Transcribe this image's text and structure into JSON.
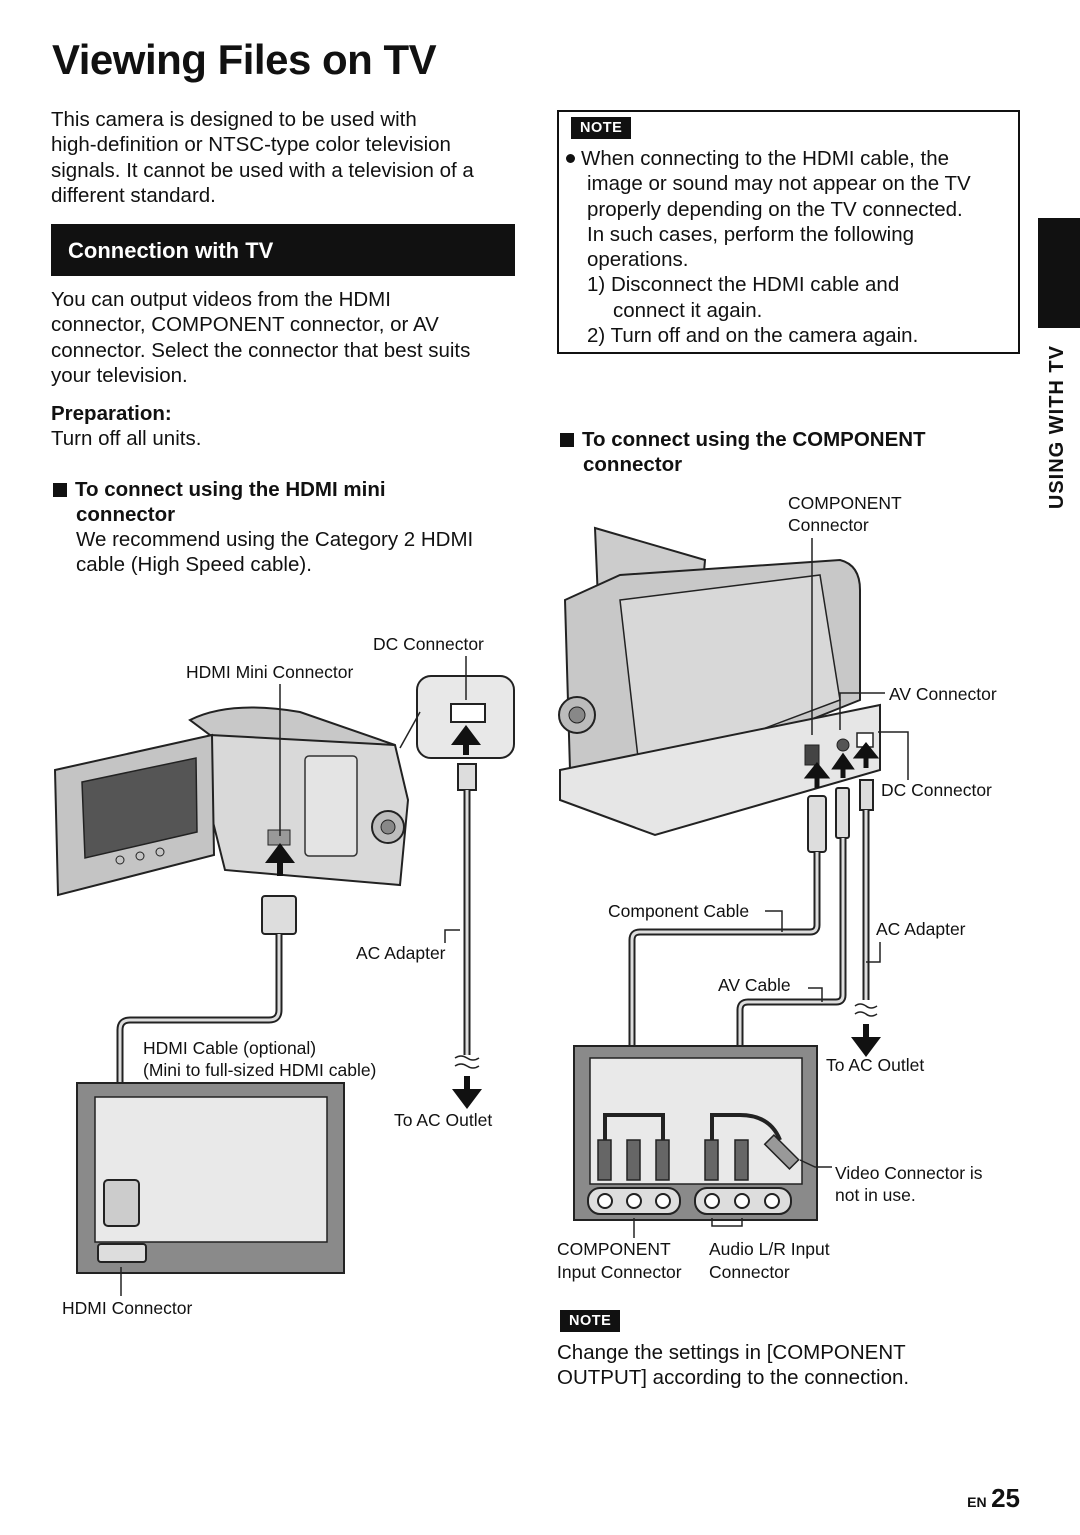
{
  "page": {
    "title": "Viewing Files on TV",
    "intro": "This camera is designed to be used with high-definition or NTSC-type color television signals. It cannot be used with a television of a different standard.",
    "intro_lines": [
      "This camera is designed to be used with",
      "high-definition or NTSC-type color television",
      "signals. It cannot be used with a television of a",
      "different standard."
    ],
    "section_title": "Connection with TV",
    "section_body_lines": [
      "You can output videos from the HDMI",
      "connector, COMPONENT connector, or AV",
      "connector. Select the connector that best suits",
      "your television."
    ],
    "preparation_label": "Preparation:",
    "preparation_text": "Turn off all units.",
    "hdmi_heading_lines": [
      "To connect using the HDMI mini",
      "connector"
    ],
    "hdmi_body_lines": [
      "We recommend using the Category 2 HDMI",
      "cable (High Speed cable)."
    ],
    "side_tab": "USING WITH TV",
    "page_lang": "EN",
    "page_number": "25"
  },
  "note_top": {
    "tag": "NOTE",
    "bullet_lines": [
      "When connecting to the HDMI cable, the",
      "image or sound may not appear on the TV",
      "properly depending on the TV connected.",
      "In such cases, perform the following",
      "operations."
    ],
    "steps": [
      {
        "num": "1)",
        "lines": [
          "Disconnect the HDMI cable and",
          "connect it again."
        ]
      },
      {
        "num": "2)",
        "lines": [
          "Turn off and on the camera again."
        ]
      }
    ]
  },
  "component_section": {
    "heading_lines": [
      "To connect using the COMPONENT",
      "connector"
    ]
  },
  "hdmi_diagram": {
    "dc_connector": "DC Connector",
    "hdmi_mini_connector": "HDMI Mini Connector",
    "ac_adapter": "AC Adapter",
    "hdmi_cable": [
      "HDMI Cable (optional)",
      "(Mini to full-sized HDMI cable)"
    ],
    "to_ac_outlet": "To AC Outlet",
    "hdmi_connector": "HDMI Connector"
  },
  "component_diagram": {
    "component_connector": [
      "COMPONENT",
      "Connector"
    ],
    "av_connector": "AV Connector",
    "dc_connector": "DC Connector",
    "component_cable": "Component Cable",
    "ac_adapter": "AC Adapter",
    "av_cable": "AV Cable",
    "to_ac_outlet": "To AC Outlet",
    "video_connector": [
      "Video Connector is",
      "not in use."
    ],
    "component_input": [
      "COMPONENT",
      "Input Connector"
    ],
    "audio_input": [
      "Audio L/R Input",
      "Connector"
    ]
  },
  "note_bottom": {
    "tag": "NOTE",
    "lines": [
      "Change the settings in [COMPONENT",
      "OUTPUT] according to the connection."
    ]
  }
}
